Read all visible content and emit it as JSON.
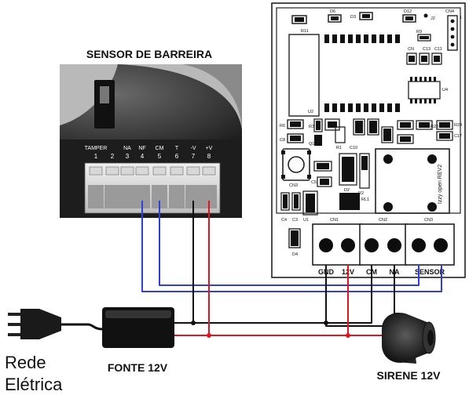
{
  "sensor": {
    "title": "SENSOR DE BARREIRA",
    "terminal_names": [
      "TAMPER",
      "NA",
      "NF",
      "CM",
      "T",
      "-V",
      "+V"
    ],
    "terminal_numbers": [
      "1",
      "2",
      "3",
      "4",
      "5",
      "6",
      "7",
      "8"
    ]
  },
  "board": {
    "connector_labels": [
      "CN1",
      "CN2",
      "CN3"
    ],
    "terminal_labels": [
      "GND",
      "12V",
      "CM",
      "NA",
      "SENSOR"
    ],
    "silkscreen": {
      "d6": "D6",
      "d3": "D3",
      "d12": "D12",
      "j2": "J2",
      "cn4": "CN4",
      "one": "1",
      "r11": "R11",
      "r9": "R9",
      "cn": "CN",
      "c13": "C13",
      "c11": "C11",
      "u2": "U2",
      "u4": "U4",
      "r6": "R6",
      "r3": "R3",
      "q1": "Q1",
      "c8": "C8",
      "r1": "R1",
      "c10": "C10",
      "r23": "R23",
      "r24": "R24",
      "c17": "C17",
      "cn3": "CN3",
      "c5": "C5",
      "d2": "D2",
      "r2": "R2",
      "rl1": "RL1",
      "c4": "C4",
      "c3": "C3",
      "u1": "U1",
      "d4": "D4",
      "brand": "Izzy open REV2"
    }
  },
  "power": {
    "mains_label_line1": "Rede",
    "mains_label_line2": "Elétrica",
    "supply_label": "FONTE 12V"
  },
  "siren": {
    "label": "SIRENE 12V"
  },
  "colors": {
    "wire_black": "#111111",
    "wire_red": "#e3141b",
    "wire_blue": "#2f3fd8",
    "background": "#ffffff"
  }
}
